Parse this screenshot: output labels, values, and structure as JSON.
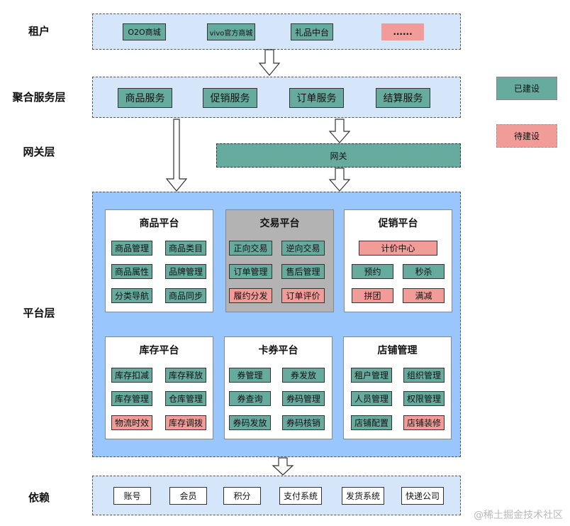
{
  "layers": {
    "tenant": "租户",
    "aggregation": "聚合服务层",
    "gateway": "网关层",
    "platform": "平台层",
    "dependency": "依赖"
  },
  "tenants": [
    "O2O商城",
    "vivo官方商城",
    "礼品中台",
    "......"
  ],
  "services": [
    "商品服务",
    "促销服务",
    "订单服务",
    "结算服务"
  ],
  "gateway": "网关",
  "platforms": {
    "goods": {
      "title": "商品平台",
      "items": [
        "商品管理",
        "商品类目",
        "商品属性",
        "品牌管理",
        "分类导航",
        "商品同步"
      ]
    },
    "trade": {
      "title": "交易平台",
      "items": [
        "正向交易",
        "逆向交易",
        "订单管理",
        "售后管理",
        "履约分发",
        "订单评价"
      ]
    },
    "promo": {
      "title": "促销平台",
      "items": [
        "计价中心",
        "预约",
        "秒杀",
        "拼团",
        "满减"
      ]
    },
    "stock": {
      "title": "库存平台",
      "items": [
        "库存扣减",
        "库存释放",
        "库存管理",
        "仓库管理",
        "物流时效",
        "库存调拨"
      ]
    },
    "coupon": {
      "title": "卡券平台",
      "items": [
        "券管理",
        "券发放",
        "券查询",
        "券码管理",
        "券码发放",
        "券码核销"
      ]
    },
    "store": {
      "title": "店铺管理",
      "items": [
        "租户管理",
        "组织管理",
        "人员管理",
        "权限管理",
        "店铺配置",
        "店铺装修"
      ]
    }
  },
  "dependencies": [
    "账号",
    "会员",
    "积分",
    "支付系统",
    "发货系统",
    "快递公司"
  ],
  "legend": {
    "built": "已建设",
    "pending": "待建设"
  },
  "colors": {
    "built": "#67ab9f",
    "pending": "#f19c99",
    "band": "#d5e6fa",
    "platform_bg": "#99c7fd"
  },
  "watermark": "@稀土掘金技术社区"
}
